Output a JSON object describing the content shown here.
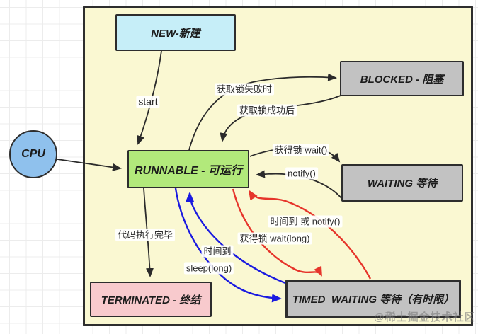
{
  "colors": {
    "panel_bg": "#FAF8D2",
    "border_dark": "#2D2D2D",
    "arrow_black": "#2B2B2B",
    "arrow_blue": "#1A1AE0",
    "arrow_red": "#E6352B",
    "new_fill": "#C6EEF8",
    "runnable_fill": "#B2E97B",
    "gray_fill": "#C2C2C2",
    "terminated_fill": "#F8CACD",
    "cpu_fill": "#8FC1ED"
  },
  "nodes": [
    {
      "id": "cpu",
      "label": "CPU",
      "fill": "#8FC1ED"
    },
    {
      "id": "new",
      "label": "NEW-新建",
      "fill": "#C6EEF8"
    },
    {
      "id": "blocked",
      "label": "BLOCKED - 阻塞",
      "fill": "#C2C2C2"
    },
    {
      "id": "runnable",
      "label": "RUNNABLE - 可运行",
      "fill": "#B2E97B"
    },
    {
      "id": "waiting",
      "label": "WAITING 等待",
      "fill": "#C2C2C2"
    },
    {
      "id": "terminated",
      "label": "TERMINATED - 终结",
      "fill": "#F8CACD"
    },
    {
      "id": "timed_waiting",
      "label": "TIMED_WAITING 等待（有时限）",
      "fill": "#C2C2C2"
    }
  ],
  "edge_labels": {
    "start": "start",
    "lock_fail": "获取锁失败时",
    "lock_success": "获取锁成功后",
    "acquire_wait": "获得锁 wait()",
    "notify": "notify()",
    "code_done": "代码执行完毕",
    "time_up_or_notify": "时间到 或 notify()",
    "acquire_wait_long": "获得锁 wait(long)",
    "time_up": "时间到",
    "sleep_long": "sleep(long)"
  },
  "watermark": "@稀土掘金技术社区"
}
